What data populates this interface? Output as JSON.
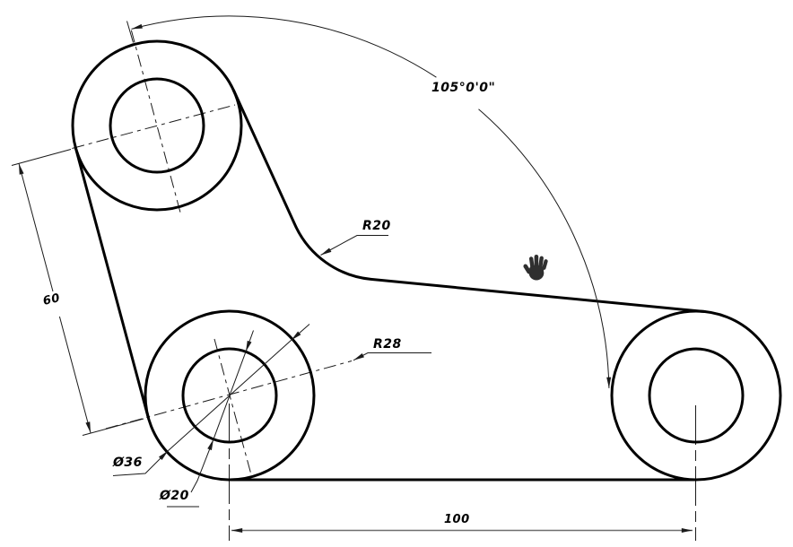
{
  "dimensions": {
    "angle": "105°0'0\"",
    "fillet_radius": "R20",
    "locating_radius": "R28",
    "boss_diameter": "Ø36",
    "hole_diameter": "Ø20",
    "incline_center_distance": "60",
    "horizontal_center_distance": "100"
  },
  "cursor": {
    "icon": "pan-hand-icon"
  },
  "colors": {
    "background": "#ffffff",
    "outline": "#000000",
    "annotation": "#1a1a1a",
    "dim_line_gray": "#6f6f6f",
    "cursor_fill": "#2f2f2f"
  }
}
